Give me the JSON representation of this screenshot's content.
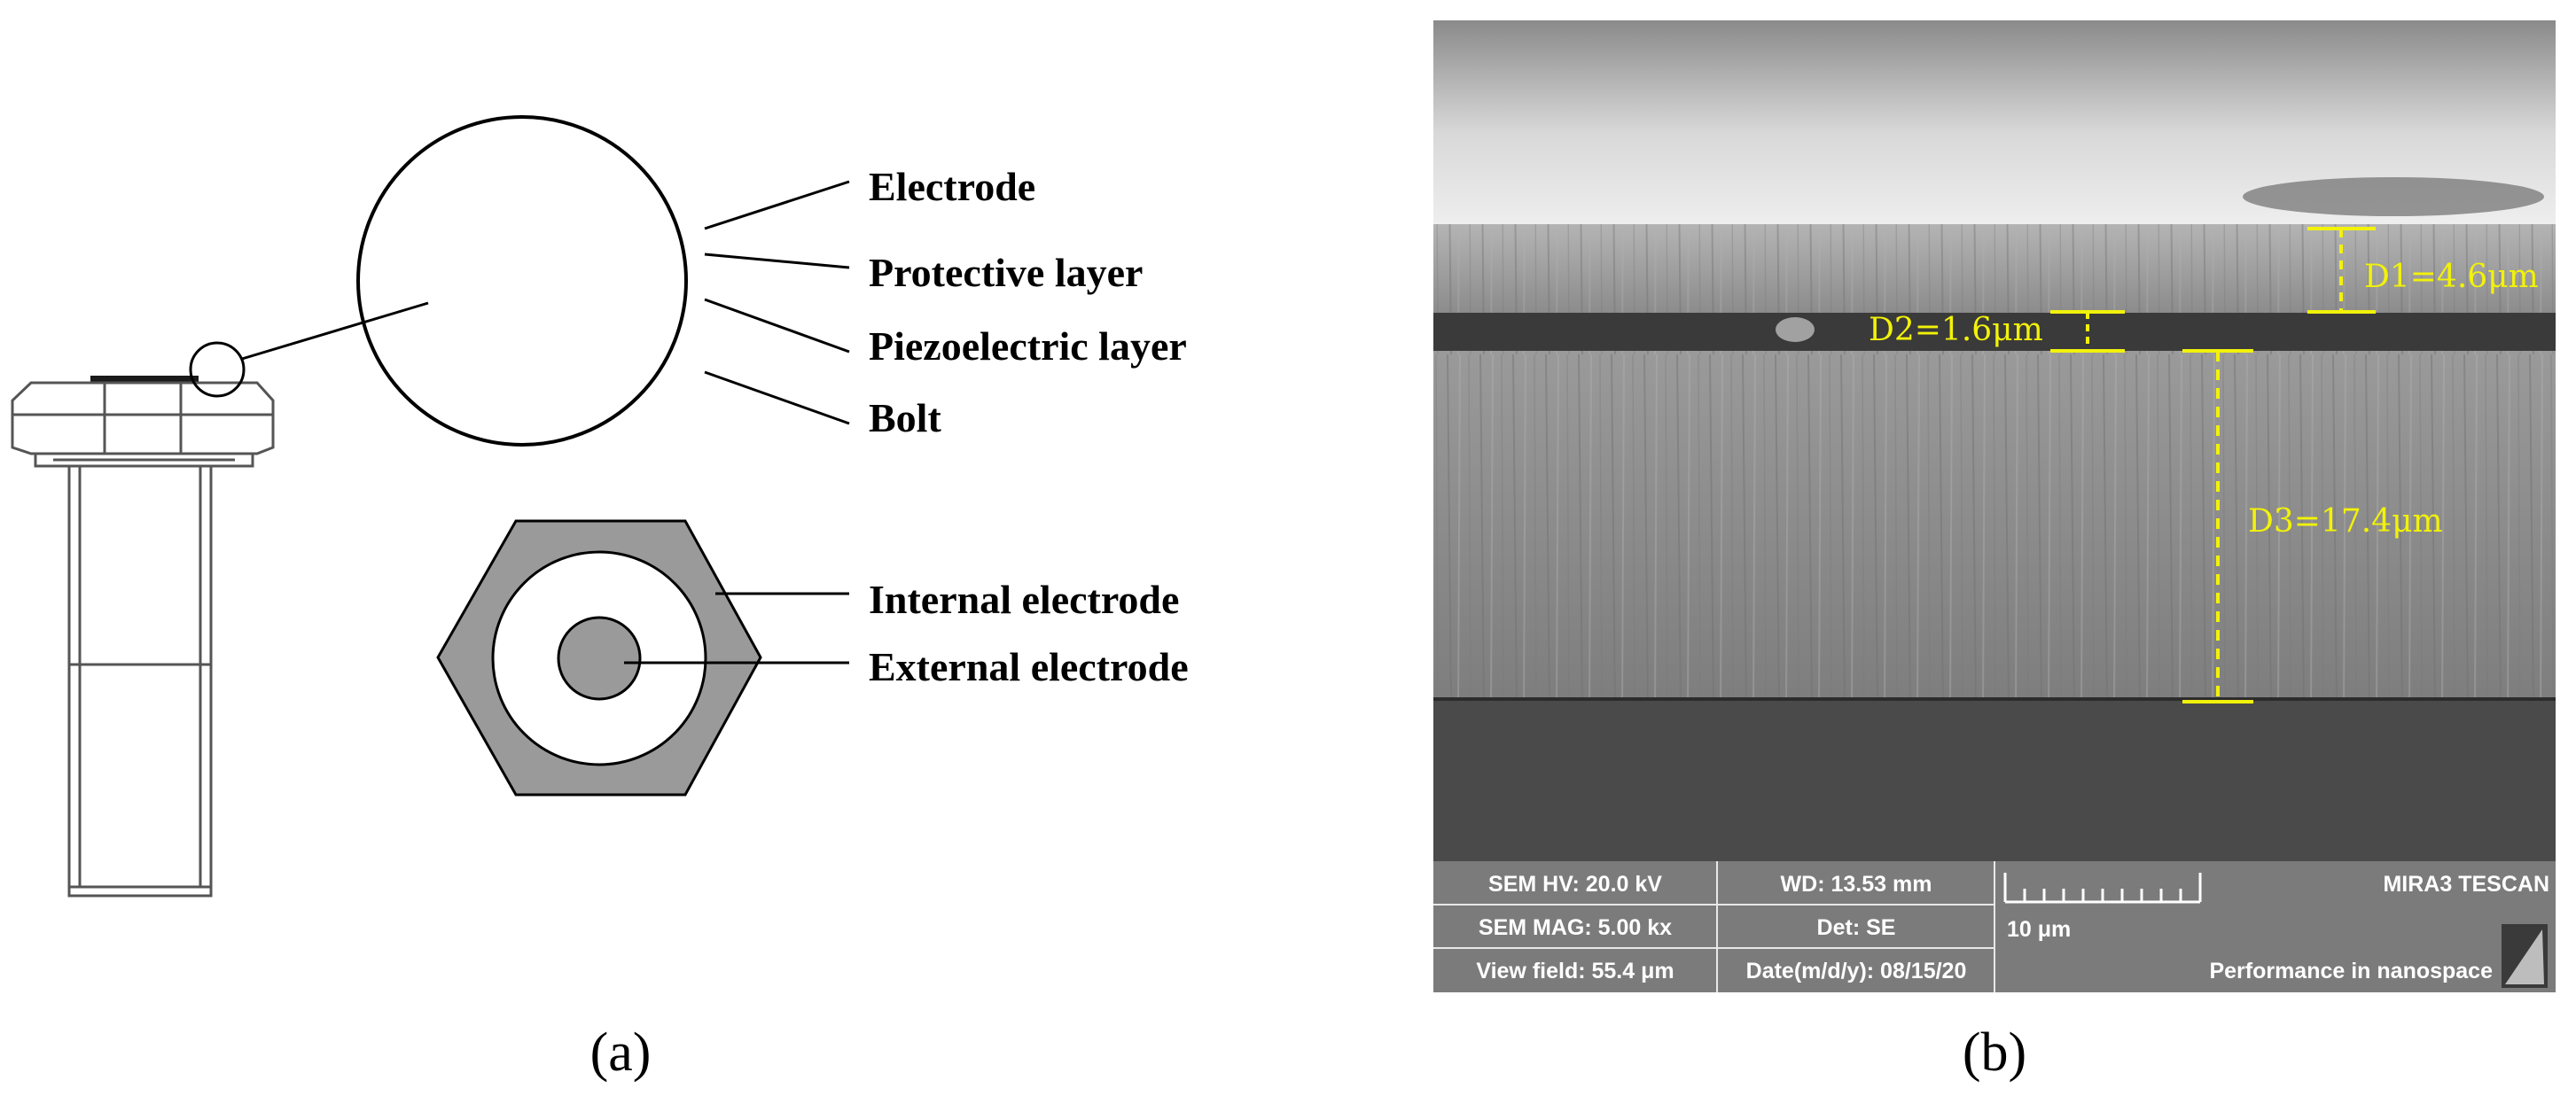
{
  "panel_a": {
    "caption": "(a)",
    "callouts": {
      "electrode": "Electrode",
      "protective_layer": "Protective layer",
      "piezoelectric_layer": "Piezoelectric layer",
      "bolt": "Bolt"
    },
    "top_view_labels": {
      "internal_electrode": "Internal electrode",
      "external_electrode": "External electrode"
    },
    "colors": {
      "layer_gray": "#9a9a9a",
      "protective_black": "#000000",
      "outline": "#000000"
    }
  },
  "panel_b": {
    "caption": "(b)",
    "measurements": {
      "d1": "D1=4.6μm",
      "d2": "D2=1.6μm",
      "d3": "D3=17.4μm"
    },
    "measurement_color": "#f2f20a",
    "info_bar": {
      "hv": "SEM HV: 20.0 kV",
      "wd": "WD: 13.53 mm",
      "mag": "SEM MAG: 5.00 kx",
      "det": "Det: SE",
      "view_field": "View field: 55.4 μm",
      "date": "Date(m/d/y): 08/15/20",
      "scale_bar_label": "10 μm",
      "brand": "MIRA3 TESCAN",
      "slogan": "Performance in nanospace"
    }
  }
}
